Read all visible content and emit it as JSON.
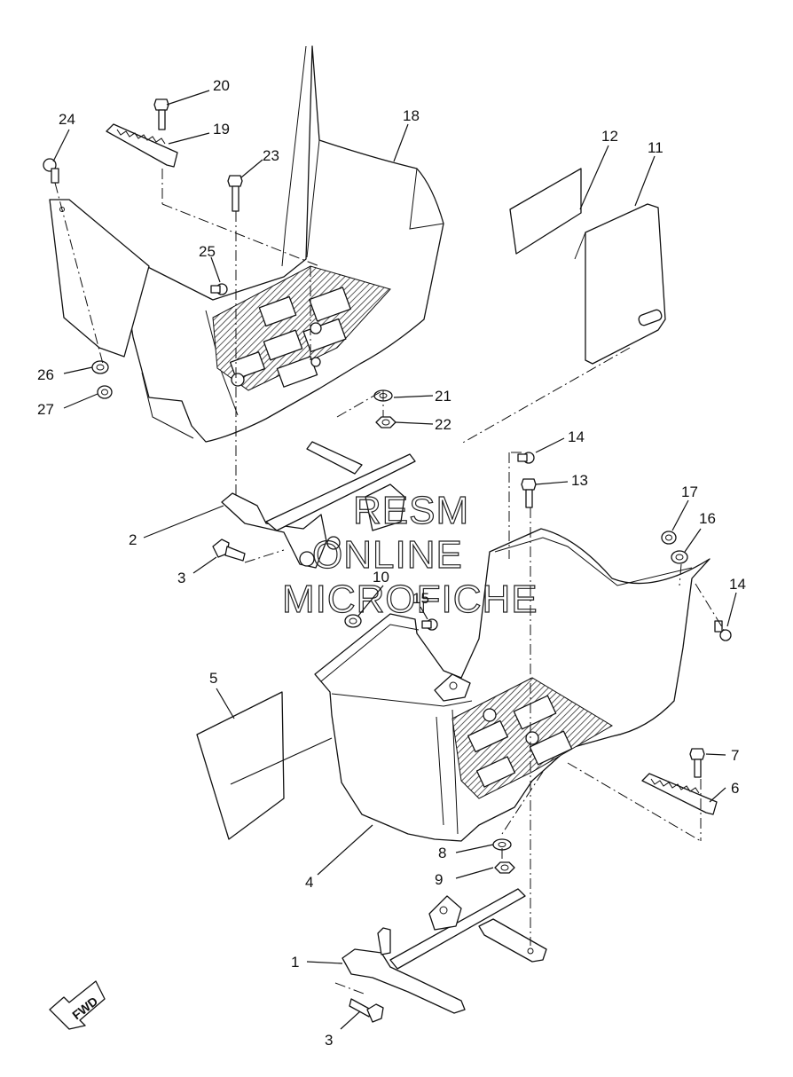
{
  "callouts": {
    "n1": "1",
    "n2": "2",
    "n3a": "3",
    "n3b": "3",
    "n4": "4",
    "n5": "5",
    "n6": "6",
    "n7": "7",
    "n8": "8",
    "n9": "9",
    "n10": "10",
    "n11": "11",
    "n12": "12",
    "n13": "13",
    "n14a": "14",
    "n14b": "14",
    "n15": "15",
    "n16": "16",
    "n17": "17",
    "n18": "18",
    "n19": "19",
    "n20": "20",
    "n21": "21",
    "n22": "22",
    "n23": "23",
    "n24": "24",
    "n25": "25",
    "n26": "26",
    "n27": "27"
  },
  "watermark": {
    "line1": "RESM",
    "line2": "ONLINE",
    "line3": "MICROFICHE"
  },
  "direction_badge": {
    "label": "FWD",
    "icon": "fwd-arrow-icon"
  }
}
